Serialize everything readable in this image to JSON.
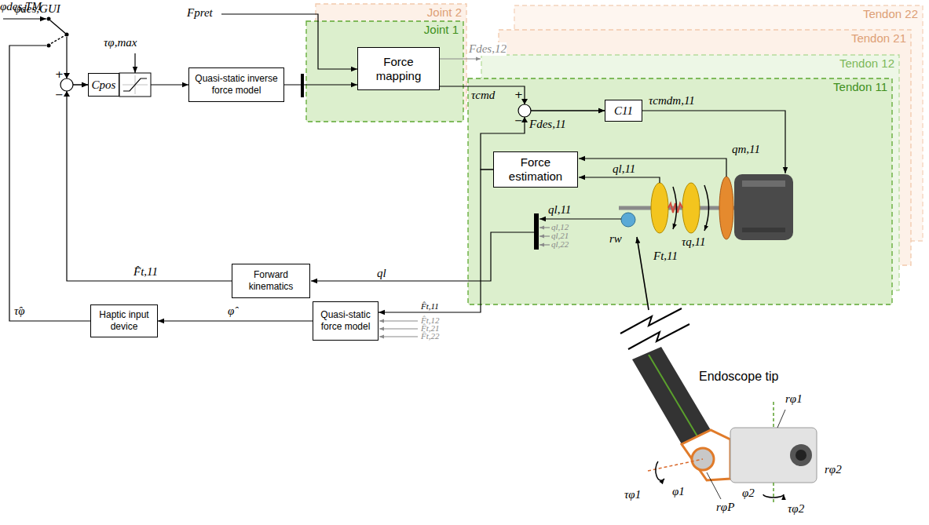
{
  "diagram": {
    "nodes": [
      {
        "text": [
          "Cpos"
        ]
      },
      {
        "text": [
          "Quasi-static inverse force model"
        ]
      },
      {
        "text": [
          "Joint 2"
        ]
      },
      {
        "text": [
          "Joint 1"
        ]
      },
      {
        "text": [
          "Force mapping"
        ],
        "in": 3
      },
      {
        "text": [
          "Tendon 22"
        ]
      },
      {
        "text": [
          "Tendon 21"
        ]
      },
      {
        "text": [
          "Tendon 12"
        ]
      },
      {
        "text": [
          "Tendon 11"
        ]
      },
      {
        "text": [
          "C11"
        ],
        "in": 8
      },
      {
        "text": [
          "Force estimation"
        ],
        "in": 8
      },
      {
        "text": [
          "Forward kinematics"
        ]
      },
      {
        "text": [
          "Quasi-static force model"
        ]
      },
      {
        "text": [
          "Haptic input device"
        ]
      }
    ],
    "edges": [
      {
        "from": 0,
        "to": 1,
        "arrow": "to"
      },
      {
        "from": 1,
        "to": 4,
        "label": "τcmd",
        "arrow": "to"
      },
      {
        "from": 4,
        "to": 9,
        "label": "Fdes,11",
        "arrow": "to"
      },
      {
        "from": 10,
        "to": 9,
        "label": "F̂t,11",
        "arrow": "to"
      },
      {
        "from": 10,
        "to": 12,
        "label": "F̂t,11",
        "arrow": "to"
      },
      {
        "from": 11,
        "to": 0,
        "label": "φ̂",
        "arrow": "to"
      },
      {
        "from": 12,
        "to": 13,
        "label": "τ̂φ",
        "arrow": "to"
      },
      {
        "from": 13,
        "to": 0,
        "label": "φdes,TM",
        "arrow": "to"
      }
    ],
    "labels": [
      "φdes,GUI",
      "τφ,max",
      "+",
      "−",
      "Fpret",
      "Fdes,12",
      "+",
      "−",
      "τcmdm,11",
      "qm,11",
      "ql,11",
      "rw",
      "τq,11",
      "Ft,11",
      "ql,11",
      "ql,12",
      "ql,21",
      "ql,22",
      "ql",
      "F̂t,12",
      "F̂t,21",
      "F̂t,22",
      "Endoscope tip",
      "rφ1",
      "φ1",
      "τφ1",
      "rφP",
      "rφ2",
      "φ2",
      "τφ2"
    ]
  }
}
